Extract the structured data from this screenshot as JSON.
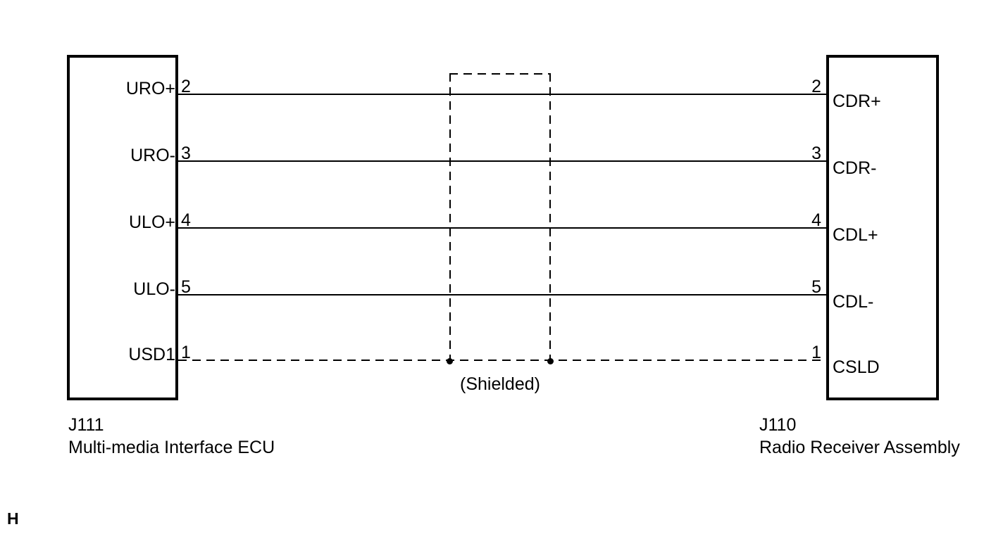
{
  "connectors": {
    "left": {
      "code": "J111",
      "name": "Multi-media Interface ECU"
    },
    "right": {
      "code": "J110",
      "name": "Radio Receiver Assembly"
    }
  },
  "wires": [
    {
      "left_label": "URO+",
      "left_pin": "2",
      "right_pin": "2",
      "right_label": "CDR+",
      "style": "solid"
    },
    {
      "left_label": "URO-",
      "left_pin": "3",
      "right_pin": "3",
      "right_label": "CDR-",
      "style": "solid"
    },
    {
      "left_label": "ULO+",
      "left_pin": "4",
      "right_pin": "4",
      "right_label": "CDL+",
      "style": "solid"
    },
    {
      "left_label": "ULO-",
      "left_pin": "5",
      "right_pin": "5",
      "right_label": "CDL-",
      "style": "solid"
    },
    {
      "left_label": "USD1",
      "left_pin": "1",
      "right_pin": "1",
      "right_label": "CSLD",
      "style": "dashed"
    }
  ],
  "shield": {
    "label": "(Shielded)"
  },
  "page_marker": "H",
  "colors": {
    "line": "#000000",
    "background": "#ffffff"
  }
}
